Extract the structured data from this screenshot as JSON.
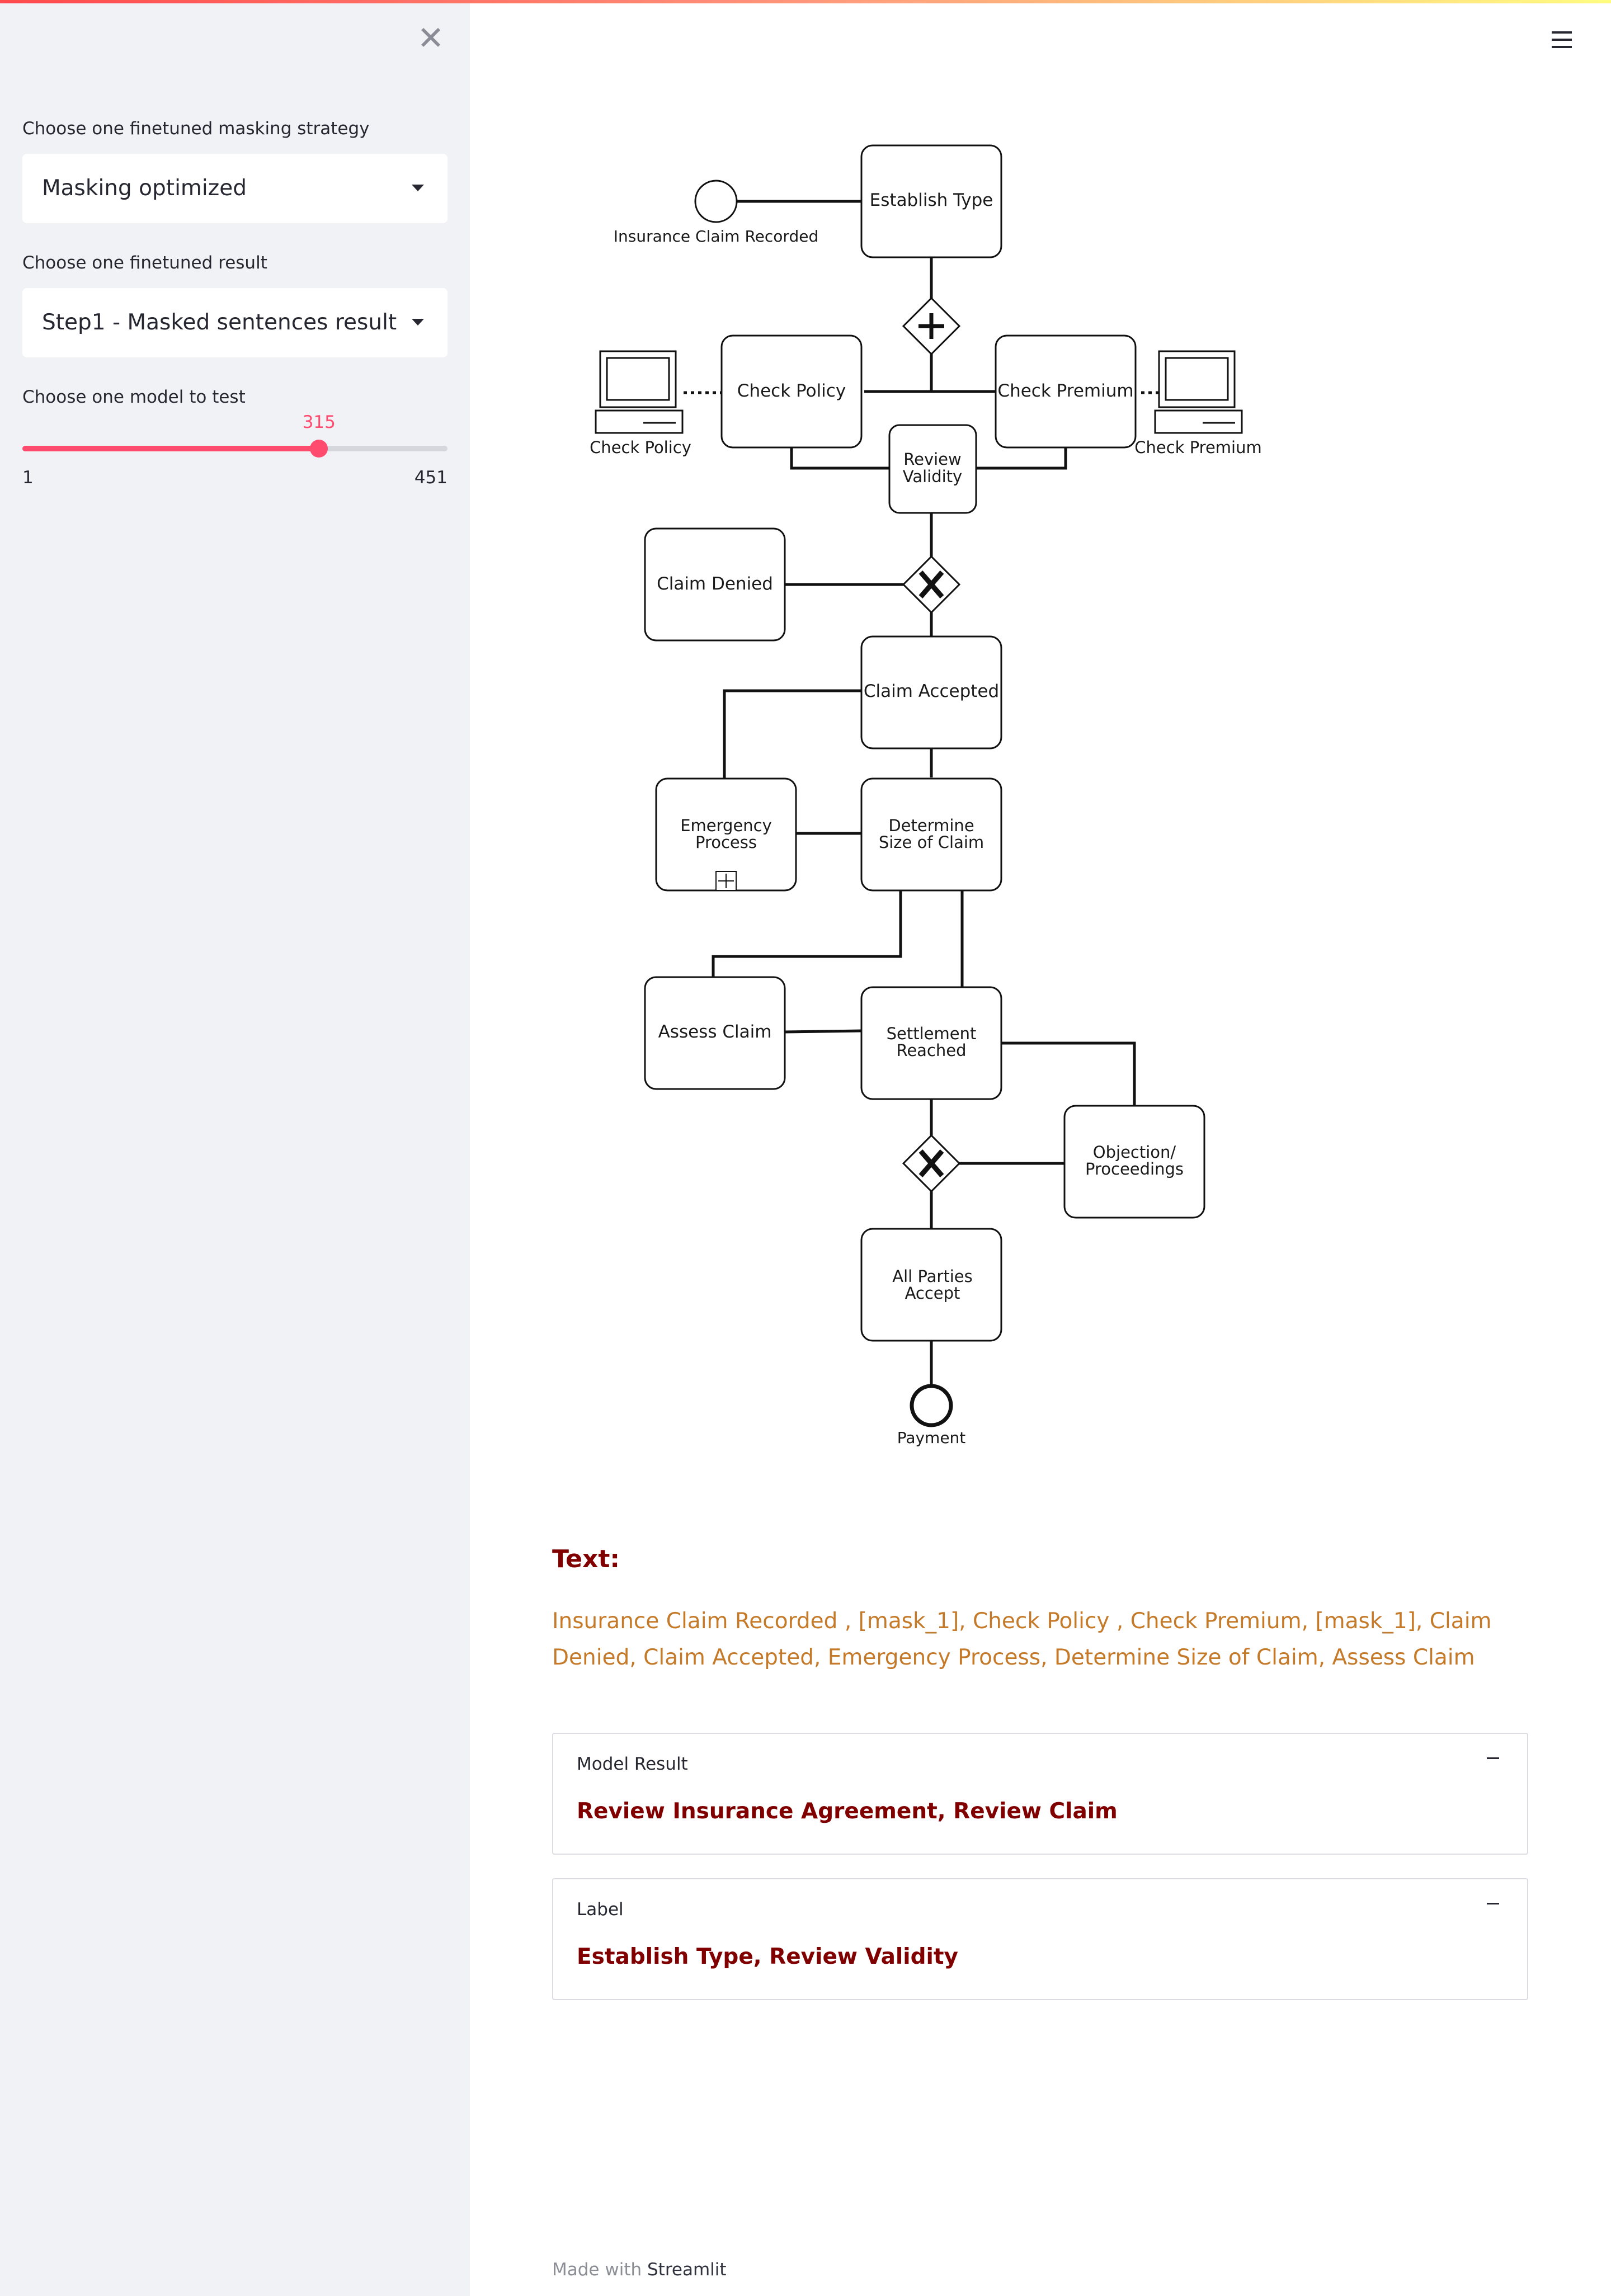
{
  "sidebar": {
    "masking_label": "Choose one finetuned masking strategy",
    "masking_value": "Masking optimized",
    "result_label": "Choose one finetuned result",
    "result_value": "Step1 - Masked sentences result",
    "model_label": "Choose one model to test",
    "slider": {
      "min": 1,
      "max": 451,
      "value": 315,
      "min_label": "1",
      "max_label": "451",
      "value_label": "315"
    },
    "accent_color": "#ff4b6e",
    "close_icon": "close-icon"
  },
  "header": {
    "menu_icon": "hamburger-icon"
  },
  "diagram": {
    "start_event": "Insurance Claim Recorded",
    "establish_type": "Establish Type",
    "check_policy": "Check Policy",
    "check_premium": "Check Premium",
    "check_policy_system": "Check Policy",
    "check_premium_system": "Check Premium",
    "review_validity_1": "Review",
    "review_validity_2": "Validity",
    "claim_denied": "Claim Denied",
    "claim_accepted": "Claim Accepted",
    "emergency_1": "Emergency",
    "emergency_2": "Process",
    "determine_1": "Determine",
    "determine_2": "Size of Claim",
    "assess_claim": "Assess Claim",
    "settlement_1": "Settlement",
    "settlement_2": "Reached",
    "objection_1": "Objection/",
    "objection_2": "Proceedings",
    "all_parties_1": "All Parties",
    "all_parties_2": "Accept",
    "end_event": "Payment"
  },
  "main": {
    "text_heading": "Text:",
    "text_body": "Insurance Claim Recorded , [mask_1], Check Policy , Check Premium, [mask_1], Claim Denied, Claim Accepted, Emergency Process, Determine Size of Claim, Assess Claim",
    "heading_color": "#800000",
    "text_color": "#c57a2a",
    "model_result": {
      "title": "Model Result",
      "value": "Review Insurance Agreement, Review Claim"
    },
    "label": {
      "title": "Label",
      "value": "Establish Type, Review Validity"
    }
  },
  "footer": {
    "prefix": "Made with ",
    "brand": "Streamlit"
  }
}
